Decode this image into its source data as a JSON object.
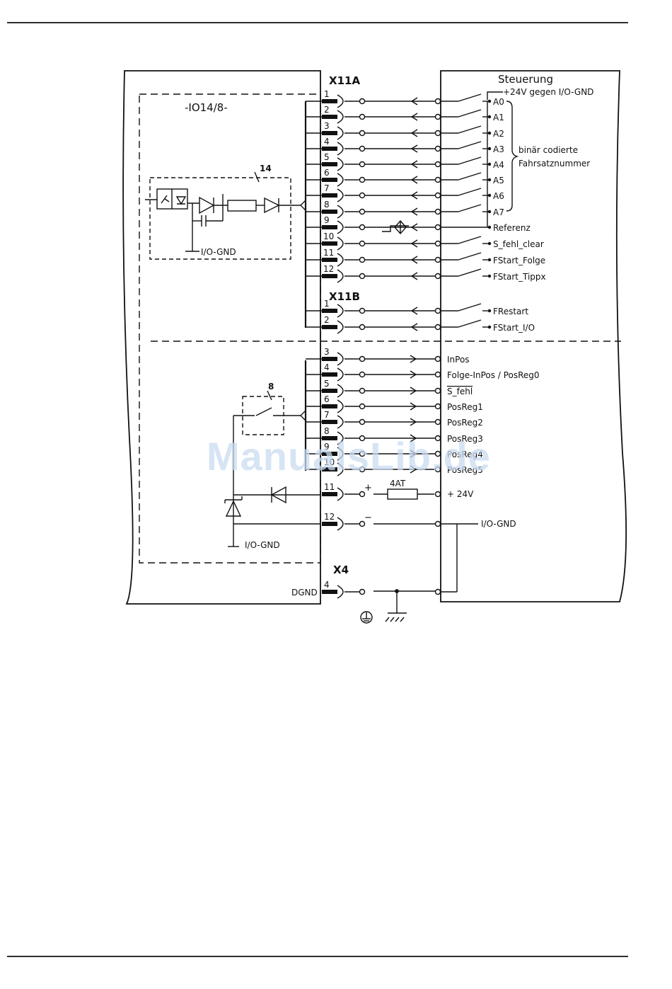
{
  "module": {
    "name": "-IO14/8-",
    "input_block_ref": "14",
    "output_block_ref": "8",
    "gnd_label": "I/O-GND",
    "dgnd_label": "DGND"
  },
  "control": {
    "title": "Steuerung",
    "supply_note": "+24V gegen I/O-GND",
    "brace_text_1": "binär codierte",
    "brace_text_2": "Fahrsatznummer",
    "supply_label": "+ 24V",
    "gnd_label": "I/O-GND"
  },
  "connectors": {
    "x11a": "X11A",
    "x11b": "X11B",
    "x4": "X4",
    "fuse": "4AT",
    "plus": "+",
    "minus": "−"
  },
  "inputs": [
    {
      "pin": "1",
      "signal": "A0"
    },
    {
      "pin": "2",
      "signal": "A1"
    },
    {
      "pin": "3",
      "signal": "A2"
    },
    {
      "pin": "4",
      "signal": "A3"
    },
    {
      "pin": "5",
      "signal": "A4"
    },
    {
      "pin": "6",
      "signal": "A5"
    },
    {
      "pin": "7",
      "signal": "A6"
    },
    {
      "pin": "8",
      "signal": "A7"
    },
    {
      "pin": "9",
      "signal": "Referenz"
    },
    {
      "pin": "10",
      "signal": "S_fehl_clear"
    },
    {
      "pin": "11",
      "signal": "FStart_Folge"
    },
    {
      "pin": "12",
      "signal": "FStart_Tippx"
    },
    {
      "pin": "1",
      "signal": "FRestart"
    },
    {
      "pin": "2",
      "signal": "FStart_I/O"
    }
  ],
  "outputs": [
    {
      "pin": "3",
      "signal": "InPos"
    },
    {
      "pin": "4",
      "signal": "Folge-InPos / PosReg0"
    },
    {
      "pin": "5",
      "signal": "S_fehl"
    },
    {
      "pin": "6",
      "signal": "PosReg1"
    },
    {
      "pin": "7",
      "signal": "PosReg2"
    },
    {
      "pin": "8",
      "signal": "PosReg3"
    },
    {
      "pin": "9",
      "signal": "PosReg4"
    },
    {
      "pin": "10",
      "signal": "PosReg5"
    }
  ],
  "power_pins": [
    "11",
    "12"
  ],
  "x4_pin": "4",
  "watermark": "ManualsLib.de"
}
